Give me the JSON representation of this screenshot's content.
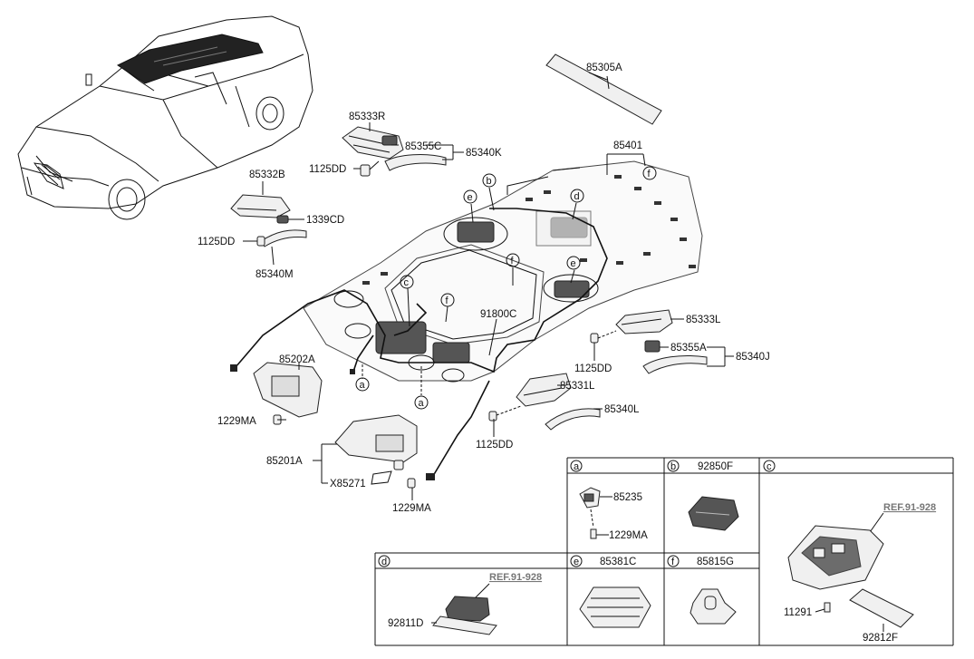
{
  "parts": {
    "p85305A": "85305A",
    "p85333R": "85333R",
    "p85355C": "85355C",
    "p85340K": "85340K",
    "p1125DD_a": "1125DD",
    "p85401": "85401",
    "p85332B": "85332B",
    "p1339CD": "1339CD",
    "p1125DD_b": "1125DD",
    "p85340M": "85340M",
    "p91800C": "91800C",
    "p85333L": "85333L",
    "p85355A": "85355A",
    "p85340J": "85340J",
    "p1125DD_c": "1125DD",
    "p85202A": "85202A",
    "p1229MA_a": "1229MA",
    "p85331L": "85331L",
    "p85340L": "85340L",
    "p1125DD_d": "1125DD",
    "p85201A": "85201A",
    "pX85271": "X85271",
    "p1229MA_b": "1229MA"
  },
  "callouts": {
    "a": "a",
    "b": "b",
    "c": "c",
    "d": "d",
    "e": "e",
    "f": "f"
  },
  "table": {
    "cell_a": {
      "letter": "a",
      "part1": "85235",
      "part2": "1229MA"
    },
    "cell_b": {
      "letter": "b",
      "title": "92850F"
    },
    "cell_c": {
      "letter": "c",
      "ref": "REF.91-928",
      "part1": "11291",
      "part2": "92812F"
    },
    "cell_d": {
      "letter": "d",
      "ref": "REF.91-928",
      "part1": "92811D"
    },
    "cell_e": {
      "letter": "e",
      "title": "85381C"
    },
    "cell_f": {
      "letter": "f",
      "title": "85815G"
    }
  }
}
